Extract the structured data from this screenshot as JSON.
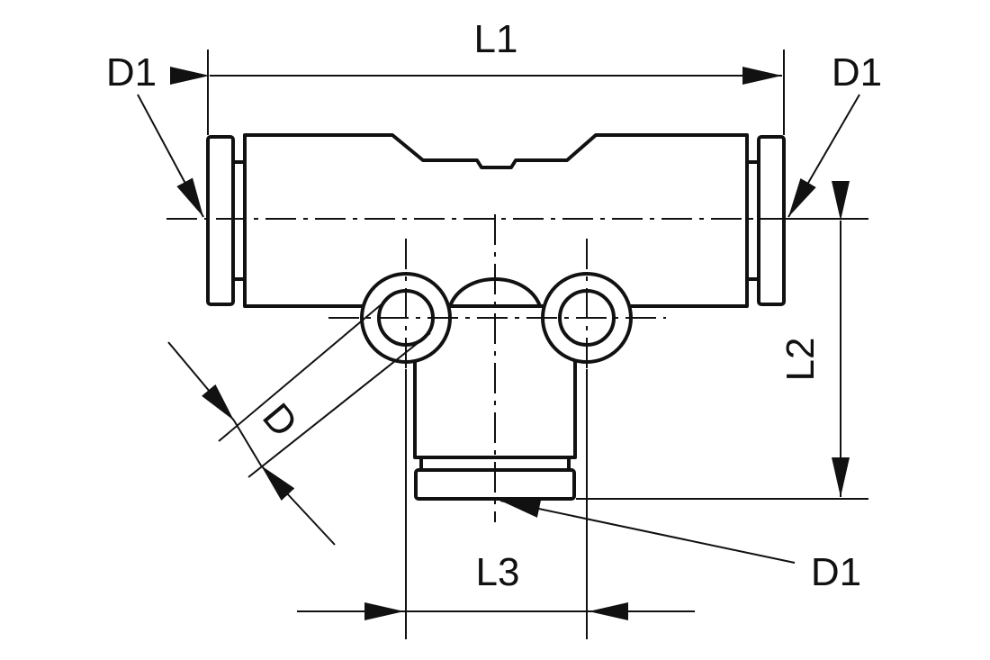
{
  "drawing": {
    "ink_color": "#111111",
    "background_color": "#ffffff",
    "labels": {
      "l1": "L1",
      "l2": "L2",
      "l3": "L3",
      "d": "D",
      "d1_left": "D1",
      "d1_right": "D1",
      "d1_bottom": "D1"
    }
  }
}
